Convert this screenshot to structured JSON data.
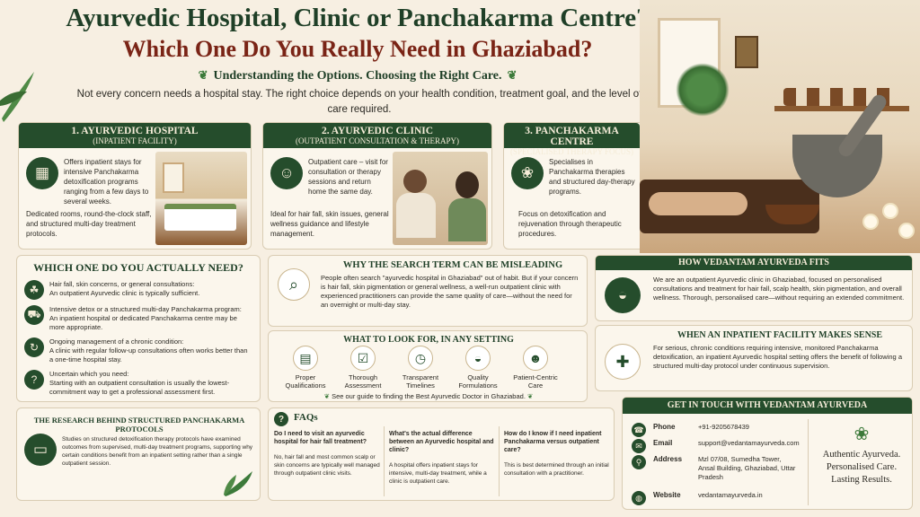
{
  "header": {
    "title_line1": "Ayurvedic Hospital, Clinic or Panchakarma Centre?",
    "title_line2": "Which One Do You Really Need in Ghaziabad?",
    "tagline": "Understanding the Options. Choosing the Right Care.",
    "intro": "Not every concern needs a hospital stay. The right choice depends on your health condition, treatment goal, and the level of care required."
  },
  "options": [
    {
      "title": "1. AYURVEDIC HOSPITAL",
      "subtitle": "(INPATIENT FACILITY)",
      "icon": "hospital-icon",
      "description": "Offers inpatient stays for intensive Panchakarma detoxification programs ranging from a few days to several weeks.",
      "detail": "Dedicated rooms, round-the-clock staff, and structured multi-day treatment protocols."
    },
    {
      "title": "2. AYURVEDIC CLINIC",
      "subtitle": "(OUTPATIENT CONSULTATION & THERAPY)",
      "icon": "consultation-icon",
      "description": "Outpatient care – visit for consultation or therapy sessions and return home the same day.",
      "detail": "Ideal for hair fall, skin issues, general wellness guidance and lifestyle management."
    },
    {
      "title": "3. PANCHAKARMA CENTRE",
      "subtitle": "(SPECIALISED THERAPY FOCUS)",
      "icon": "lotus-icon",
      "description": "Specialises in Panchakarma therapies and structured day-therapy programs.",
      "detail": "Focus on detoxification and rejuvenation through therapeutic procedures."
    }
  ],
  "need": {
    "heading": "WHICH ONE DO YOU ACTUALLY NEED?",
    "items": [
      {
        "icon": "hair-icon",
        "line1": "Hair fall, skin concerns, or general consultations:",
        "line2": "An outpatient Ayurvedic clinic is typically sufficient."
      },
      {
        "icon": "bed-icon",
        "line1": "Intensive detox or a structured multi-day Panchakarma program:",
        "line2": "An inpatient hospital or dedicated Panchakarma centre may be more appropriate."
      },
      {
        "icon": "cycle-icon",
        "line1": "Ongoing management of a chronic condition:",
        "line2": "A clinic with regular follow-up consultations often works better than a one-time hospital stay."
      },
      {
        "icon": "question-icon",
        "line1": "Uncertain which you need:",
        "line2": "Starting with an outpatient consultation is usually the lowest-commitment way to get a professional assessment first."
      }
    ]
  },
  "misleading": {
    "heading": "WHY THE SEARCH TERM CAN BE MISLEADING",
    "body": "People often search \"ayurvedic hospital in Ghaziabad\" out of habit. But if your concern is hair fall, skin pigmentation or general wellness, a well-run outpatient clinic with experienced practitioners can provide the same quality of care—without the need for an overnight or multi-day stay."
  },
  "look_for": {
    "heading": "WHAT TO LOOK FOR, IN ANY SETTING",
    "items": [
      {
        "icon": "certificate-icon",
        "label": "Proper Qualifications"
      },
      {
        "icon": "clipboard-icon",
        "label": "Thorough Assessment"
      },
      {
        "icon": "clock-icon",
        "label": "Transparent Timelines"
      },
      {
        "icon": "mortar-icon",
        "label": "Quality Formulations"
      },
      {
        "icon": "people-icon",
        "label": "Patient-Centric Care"
      }
    ],
    "note": "See our guide to finding the Best Ayurvedic Doctor in Ghaziabad."
  },
  "fits": {
    "heading": "HOW VEDANTAM AYURVEDA FITS",
    "body": "We are an outpatient Ayurvedic clinic in Ghaziabad, focused on personalised consultations and treatment for hair fall, scalp health, skin pigmentation, and overall wellness. Thorough, personalised care—without requiring an extended commitment."
  },
  "inpatient": {
    "heading": "WHEN AN INPATIENT FACILITY MAKES SENSE",
    "body": "For serious, chronic conditions requiring intensive, monitored Panchakarma detoxification, an inpatient Ayurvedic hospital setting offers the benefit of following a structured multi-day protocol under continuous supervision."
  },
  "research": {
    "heading": "THE RESEARCH BEHIND STRUCTURED PANCHAKARMA PROTOCOLS",
    "body": "Studies on structured detoxification therapy protocols have examined outcomes from supervised, multi-day treatment programs, supporting why certain conditions benefit from an inpatient setting rather than a single outpatient session."
  },
  "faqs": {
    "heading": "FAQs",
    "items": [
      {
        "q": "Do I need to visit an ayurvedic hospital for hair fall treatment?",
        "a": "No, hair fall and most common scalp or skin concerns are typically well managed through outpatient clinic visits."
      },
      {
        "q": "What's the actual difference between an Ayurvedic hospital and clinic?",
        "a": "A hospital offers inpatient stays for intensive, multi-day treatment, while a clinic is outpatient care."
      },
      {
        "q": "How do I know if I need inpatient Panchakarma versus outpatient care?",
        "a": "This is best determined through an initial consultation with a practitioner."
      }
    ]
  },
  "contact": {
    "heading": "GET IN TOUCH WITH VEDANTAM AYURVEDA",
    "phone_label": "Phone",
    "phone": "+91-9205678439",
    "email_label": "Email",
    "email": "support@vedantamayurveda.com",
    "address_label": "Address",
    "address": "Mzl 07/08, Sumedha Tower, Ansal Building, Ghaziabad, Uttar Pradesh",
    "website_label": "Website",
    "website": "vedantamayurveda.in",
    "slogan_line1": "Authentic Ayurveda.",
    "slogan_line2": "Personalised Care.",
    "slogan_line3": "Lasting Results."
  },
  "colors": {
    "primary_green": "#254d2c",
    "accent_red": "#7a2416",
    "background": "#f7efe2"
  }
}
